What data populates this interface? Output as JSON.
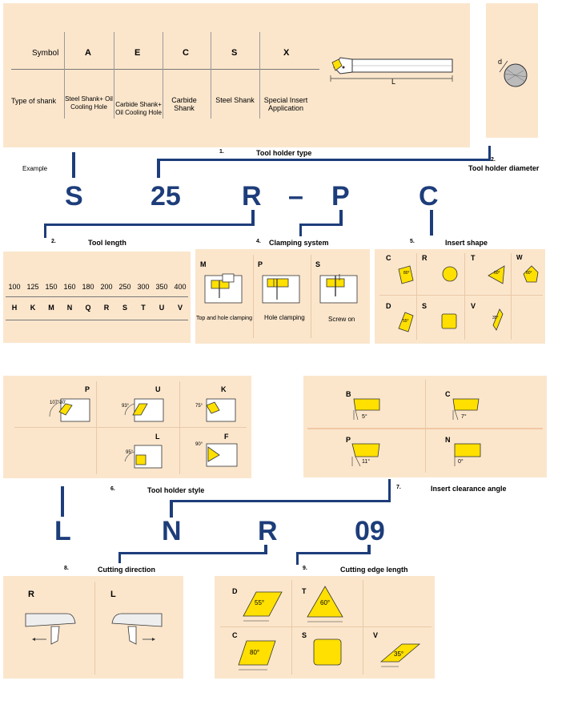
{
  "shank_table": {
    "symbol_label": "Symbol",
    "type_label": "Type of shank",
    "columns": [
      {
        "symbol": "A",
        "type": "Steel Shank+ Oil Cooling Hole"
      },
      {
        "symbol": "E",
        "type": "Carbide Shank+ Oil Cooling Hole"
      },
      {
        "symbol": "C",
        "type": "Carbide Shank"
      },
      {
        "symbol": "S",
        "type": "Steel Shank"
      },
      {
        "symbol": "X",
        "type": "Special Insert Application"
      }
    ],
    "length_label": "L",
    "diameter_label": "d"
  },
  "example_label": "Example",
  "code_top": [
    "S",
    "25",
    "R",
    "–",
    "P",
    "C"
  ],
  "code_bottom": [
    "L",
    "N",
    "R",
    "09"
  ],
  "sections": {
    "s1": {
      "num": "1.",
      "title": "Tool holder type"
    },
    "s2d": {
      "num": "2.",
      "title": "Tool holder diameter"
    },
    "s2l": {
      "num": "2.",
      "title": "Tool  length"
    },
    "s4": {
      "num": "4.",
      "title": "Clamping system"
    },
    "s5": {
      "num": "5.",
      "title": "Insert shape"
    },
    "s6": {
      "num": "6.",
      "title": "Tool holder style"
    },
    "s7": {
      "num": "7.",
      "title": "Insert clearance angle"
    },
    "s8": {
      "num": "8.",
      "title": "Cutting direction"
    },
    "s9": {
      "num": "9.",
      "title": "Cutting edge length"
    }
  },
  "length_table": {
    "values": [
      "100",
      "125",
      "150",
      "160",
      "180",
      "200",
      "250",
      "300",
      "350",
      "400"
    ],
    "codes": [
      "H",
      "K",
      "M",
      "N",
      "Q",
      "R",
      "S",
      "T",
      "U",
      "V"
    ]
  },
  "clamping": [
    {
      "code": "M",
      "caption": "Top and hole clamping"
    },
    {
      "code": "P",
      "caption": "Hole clamping"
    },
    {
      "code": "S",
      "caption": "Screw on"
    }
  ],
  "insert_shapes": [
    {
      "code": "C",
      "angle": "80°"
    },
    {
      "code": "R",
      "angle": ""
    },
    {
      "code": "T",
      "angle": "60°"
    },
    {
      "code": "W",
      "angle": "80°"
    },
    {
      "code": "D",
      "angle": "55°"
    },
    {
      "code": "S",
      "angle": ""
    },
    {
      "code": "V",
      "angle": "35°"
    }
  ],
  "holder_styles": [
    {
      "code": "P",
      "angle": "107°30'"
    },
    {
      "code": "U",
      "angle": "93°"
    },
    {
      "code": "K",
      "angle": "75°"
    },
    {
      "code": "L",
      "angle": "95°"
    },
    {
      "code": "F",
      "angle": "90°"
    }
  ],
  "clearance": [
    {
      "code": "B",
      "angle": "5°"
    },
    {
      "code": "C",
      "angle": "7°"
    },
    {
      "code": "P",
      "angle": "11°"
    },
    {
      "code": "N",
      "angle": "0°"
    }
  ],
  "direction": [
    {
      "code": "R"
    },
    {
      "code": "L"
    }
  ],
  "edge_length": [
    {
      "code": "D",
      "angle": "55°"
    },
    {
      "code": "T",
      "angle": "60°"
    },
    {
      "code": "C",
      "angle": "80°"
    },
    {
      "code": "S",
      "angle": ""
    },
    {
      "code": "V",
      "angle": "35°"
    }
  ],
  "colors": {
    "panel": "#fbe6cc",
    "code": "#1d3d7a",
    "insert": "#ffe000"
  }
}
